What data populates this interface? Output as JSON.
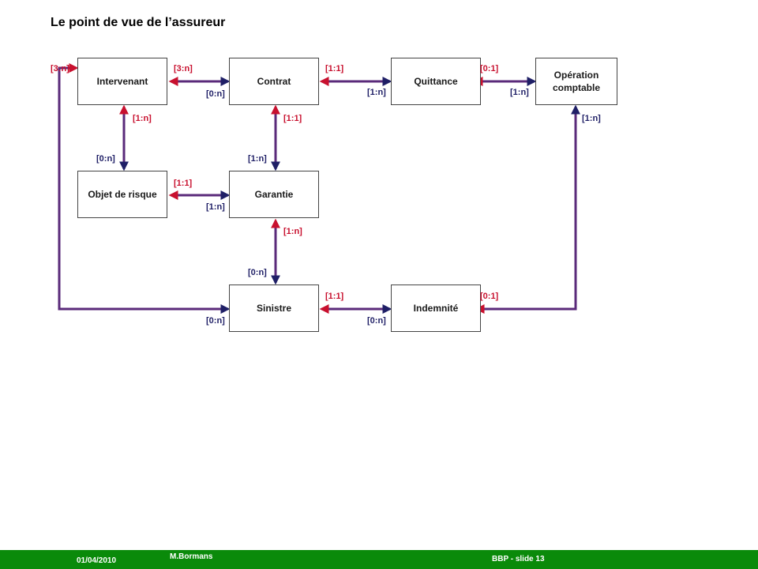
{
  "title": "Le point de vue de l’assureur",
  "entities": {
    "intervenant": "Intervenant",
    "contrat": "Contrat",
    "quittance": "Quittance",
    "operation": "Opération comptable",
    "objet": "Objet de risque",
    "garantie": "Garantie",
    "sinistre": "Sinistre",
    "indemnite": "Indemnité"
  },
  "cardinalities": {
    "intervenant_sinistre_top": "[3:n]",
    "intervenant_contrat_top": "[3:n]",
    "intervenant_contrat_bottom": "[0:n]",
    "contrat_quittance_top": "[1:1]",
    "contrat_quittance_bottom": "[1:n]",
    "quittance_operation_top": "[0:1]",
    "quittance_operation_bottom": "[1:n]",
    "intervenant_objet_top": "[1:n]",
    "intervenant_objet_bottom": "[0:n]",
    "contrat_garantie_top": "[1:1]",
    "contrat_garantie_bottom": "[1:n]",
    "operation_indemnite_top": "[1:n]",
    "objet_garantie_top": "[1:1]",
    "objet_garantie_bottom": "[1:n]",
    "garantie_sinistre_top": "[1:n]",
    "garantie_sinistre_bottom": "[0:n]",
    "sinistre_indemnite_top": "[1:1]",
    "sinistre_indemnite_bottom": "[0:n]",
    "indemnite_operation": "[0:1]",
    "sinistre_intervenant": "[0:n]"
  },
  "footer": {
    "date": "01/04/2010",
    "author": "M.Bormans",
    "slide": "BBP  -  slide 13"
  },
  "colors": {
    "link_red": "#c8102e",
    "link_navy": "#1f1f66",
    "footer_green": "#0a8a0a"
  }
}
